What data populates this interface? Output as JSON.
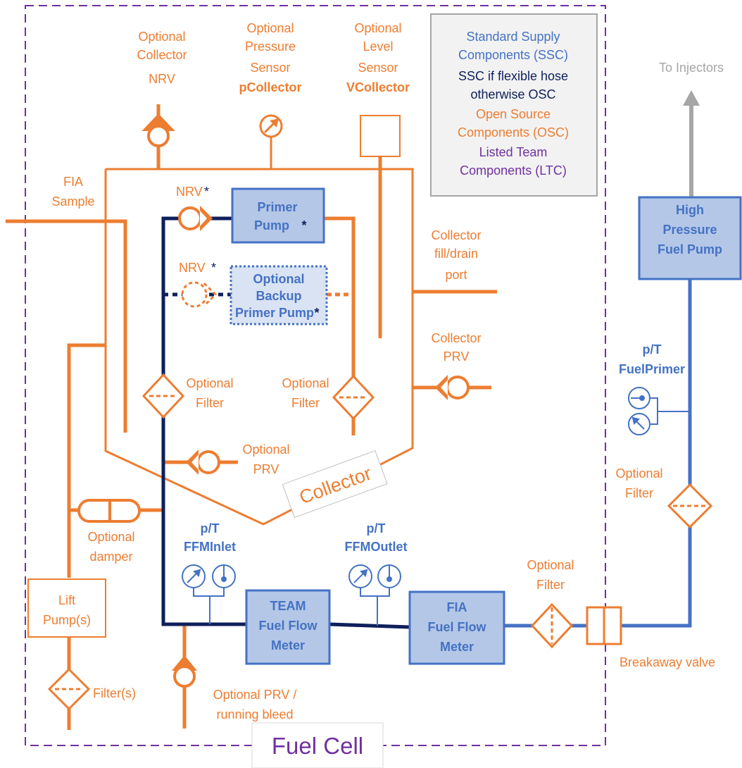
{
  "colors": {
    "ssc": "#4472C4",
    "ssc_hose": "#0E1F5B",
    "osc": "#ED7D31",
    "ltc": "#7030A0",
    "arrow": "#A6A6A6",
    "box_fill": "#B4C7E7"
  },
  "legend": {
    "ssc_1": "Standard Supply",
    "ssc_2": "Components (SSC)",
    "hose_1": "SSC if flexible hose",
    "hose_2": "otherwise OSC",
    "osc_1": "Open Source",
    "osc_2": "Components (OSC)",
    "ltc_1": "Listed Team",
    "ltc_2": "Components (LTC)"
  },
  "labels": {
    "fuel_cell": "Fuel Cell",
    "collector": "Collector",
    "to_injectors": "To Injectors",
    "opt_collector_nrv": [
      "Optional",
      "Collector",
      "NRV"
    ],
    "opt_pressure_sensor": [
      "Optional",
      "Pressure",
      "Sensor"
    ],
    "pcollector": "pCollector",
    "opt_level_sensor": [
      "Optional",
      "Level",
      "Sensor"
    ],
    "vcollector": "VCollector",
    "fia_sample": [
      "FIA",
      "Sample"
    ],
    "nrv_star": "NRV",
    "star": "*",
    "primer_pump": [
      "Primer",
      "Pump"
    ],
    "backup_pump": [
      "Optional",
      "Backup",
      "Primer Pump"
    ],
    "collector_port": [
      "Collector",
      "fill/drain",
      "port"
    ],
    "collector_prv": [
      "Collector",
      "PRV"
    ],
    "optional_filter": [
      "Optional",
      "Filter"
    ],
    "optional_prv": [
      "Optional",
      "PRV"
    ],
    "optional_damper": [
      "Optional",
      "damper"
    ],
    "pt": "p/T",
    "ffm_inlet": "FFMInlet",
    "ffm_outlet": "FFMOutlet",
    "fuel_primer": "FuelPrimer",
    "lift_pumps": [
      "Lift",
      "Pump(s)"
    ],
    "filters": "Filter(s)",
    "team_ffm": [
      "TEAM",
      "Fuel Flow",
      "Meter"
    ],
    "fia_ffm": [
      "FIA",
      "Fuel Flow",
      "Meter"
    ],
    "hp_pump": [
      "High",
      "Pressure",
      "Fuel Pump"
    ],
    "breakaway_valve": "Breakaway valve",
    "opt_prv_bleed": [
      "Optional PRV /",
      "running bleed"
    ]
  }
}
